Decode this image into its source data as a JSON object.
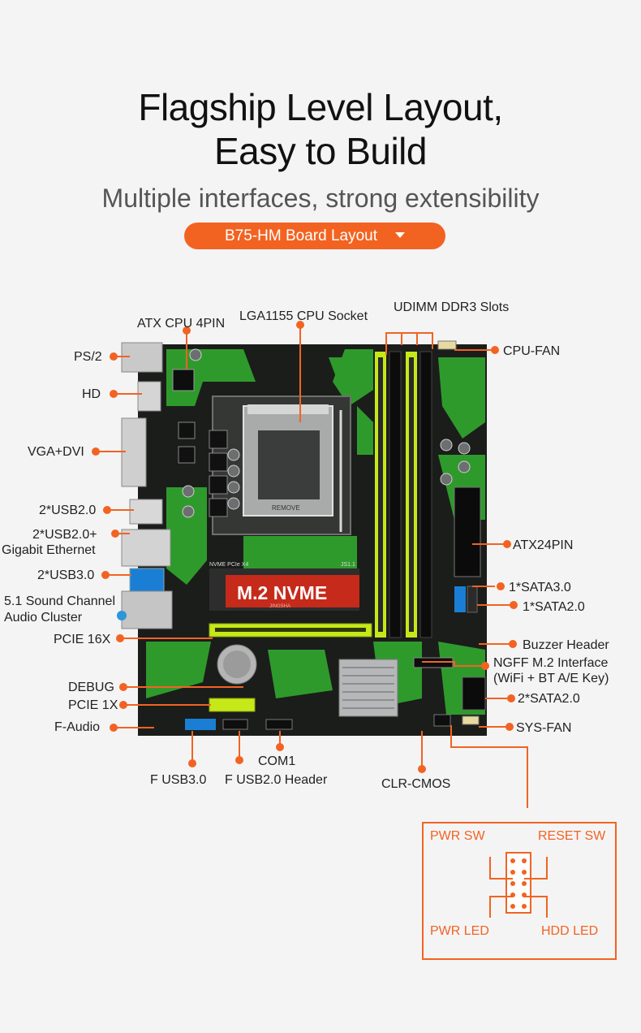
{
  "header": {
    "title_line1": "Flagship Level Layout,",
    "title_line2": "Easy to Build",
    "subtitle": "Multiple interfaces, strong extensibility",
    "layout_button": "B75-HM  Board Layout"
  },
  "board": {
    "m2_badge": "M.2 NVME",
    "m2_sub": "JINGSHA",
    "silk_nvme": "NVME PCIe X4",
    "silk_js": "JS1.1",
    "socket_silk": "REMOVE"
  },
  "labels": {
    "atx_cpu": "ATX CPU 4PIN",
    "lga": "LGA1155 CPU Socket",
    "udimm": "UDIMM DDR3 Slots",
    "ps2": "PS/2",
    "cpu_fan": "CPU-FAN",
    "hd": "HD",
    "vga": "VGA+DVI",
    "usb20": "2*USB2.0",
    "usb20_eth_1": "2*USB2.0+",
    "usb20_eth_2": "Gigabit Ethernet",
    "atx24": "ATX24PIN",
    "usb30": "2*USB3.0",
    "sata30": "1*SATA3.0",
    "sound_1": "5.1 Sound Channel",
    "sound_2": "Audio Cluster",
    "sata20_1": "1*SATA2.0",
    "pcie16": "PCIE 16X",
    "buzzer": "Buzzer Header",
    "ngff_1": "NGFF M.2 Interface",
    "ngff_2": "(WiFi + BT A/E Key)",
    "debug": "DEBUG",
    "sata20_2": "2*SATA2.0",
    "pcie1": "PCIE 1X",
    "faudio": "F-Audio",
    "sysfan": "SYS-FAN",
    "com1": "COM1",
    "fusb30": "F USB3.0",
    "fusb20": "F USB2.0 Header",
    "clr": "CLR-CMOS"
  },
  "front_panel": {
    "pwr_sw": "PWR SW",
    "reset_sw": "RESET SW",
    "pwr_led": "PWR LED",
    "hdd_led": "HDD  LED"
  },
  "colors": {
    "accent": "#f26322",
    "board_green": "#2f9a2c",
    "dimm_yellow": "#c6e818",
    "pcb_black": "#1b1d1b",
    "usb3_blue": "#1a7fd4",
    "m2_red": "#c52a1a"
  }
}
